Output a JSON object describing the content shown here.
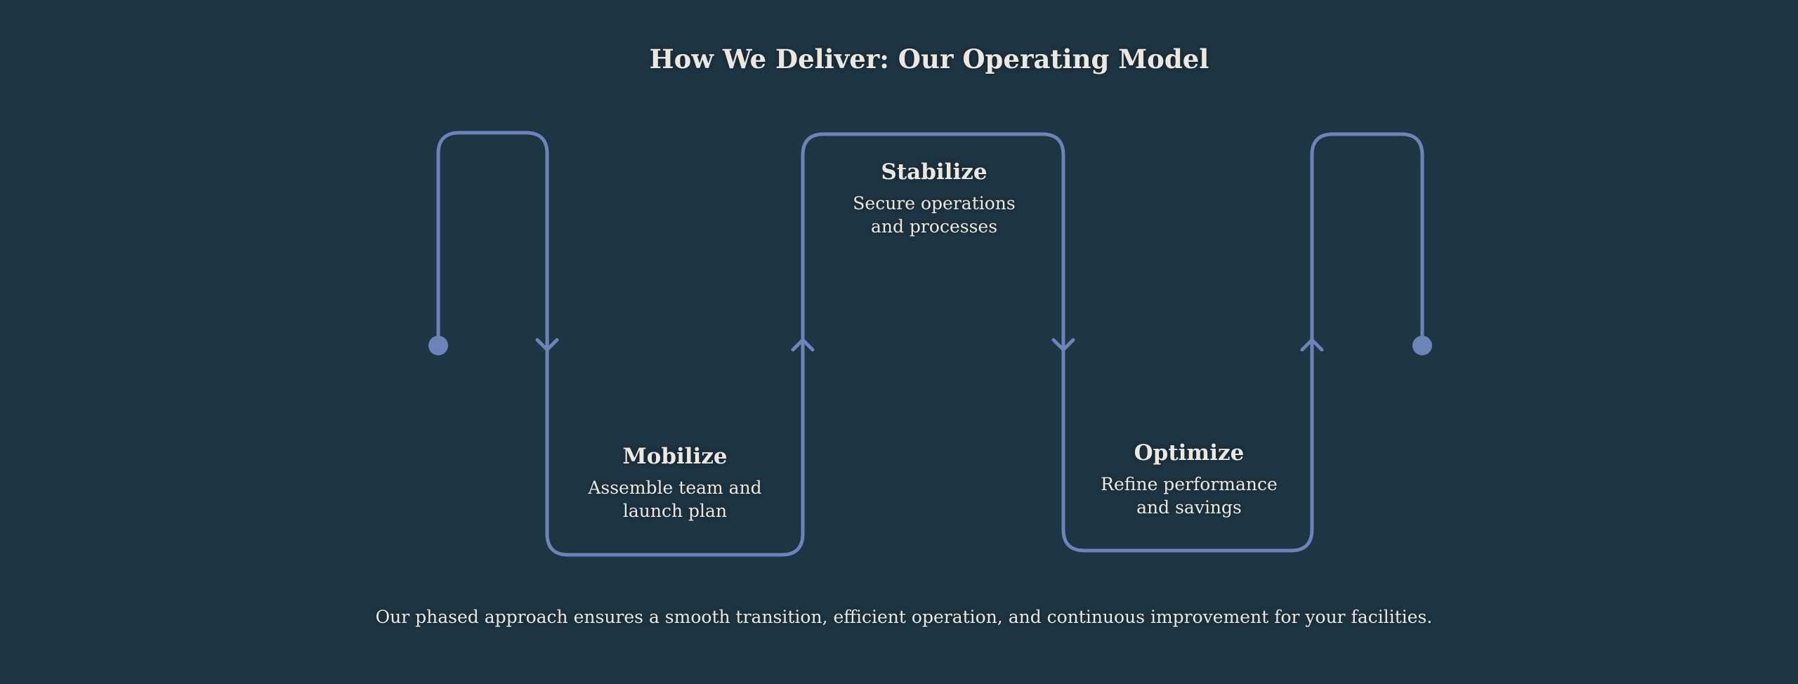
{
  "title": "How We Deliver: Our Operating Model",
  "colors": {
    "background": "#1e3543",
    "path": "#6c84b8",
    "text": "#ebe8e2"
  },
  "steps": [
    {
      "title": "Mobilize",
      "description_lines": [
        "Assemble team and",
        "launch plan"
      ]
    },
    {
      "title": "Stabilize",
      "description_lines": [
        "Secure operations",
        "and processes"
      ]
    },
    {
      "title": "Optimize",
      "description_lines": [
        "Refine performance",
        "and savings"
      ]
    }
  ],
  "caption": "Our phased approach ensures a smooth transition, efficient operation, and continuous improvement for your facilities."
}
